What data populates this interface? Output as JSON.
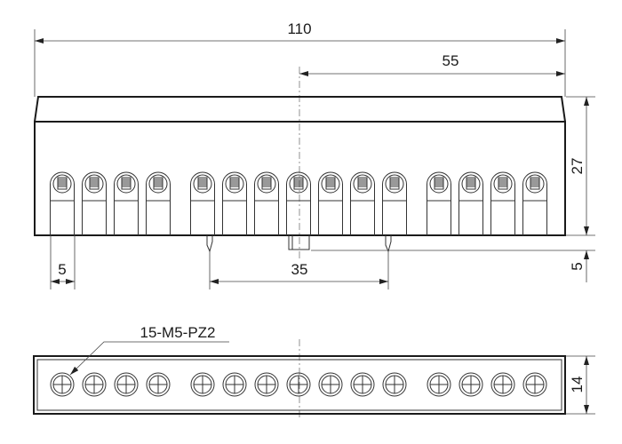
{
  "drawing": {
    "dimensions": {
      "overall_length": "110",
      "half_length": "55",
      "height": "27",
      "foot_height": "5",
      "terminal_pitch": "5",
      "mount_spacing": "35",
      "depth": "14"
    },
    "callout": "15-M5-PZ2",
    "terminal_count": 15,
    "terminal_groups": [
      4,
      7,
      4
    ]
  }
}
